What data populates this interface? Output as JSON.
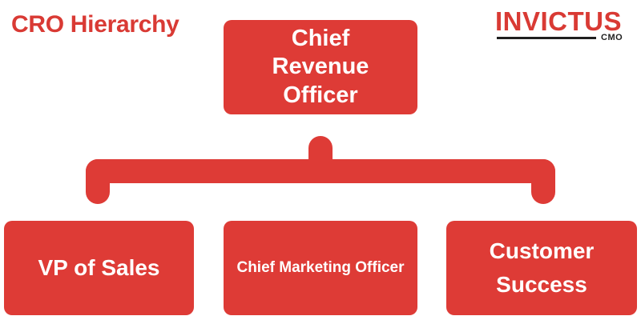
{
  "title": "CRO Hierarchy",
  "logo": {
    "main": "INVICTUS",
    "sub": "CMO"
  },
  "nodes": {
    "root": "Chief Revenue Officer",
    "children": [
      "VP of Sales",
      "Chief Marketing Officer",
      "Customer Success"
    ]
  },
  "colors": {
    "accent": "#de3b36",
    "text_on_accent": "#ffffff",
    "logo_dark": "#1f1f1f"
  }
}
